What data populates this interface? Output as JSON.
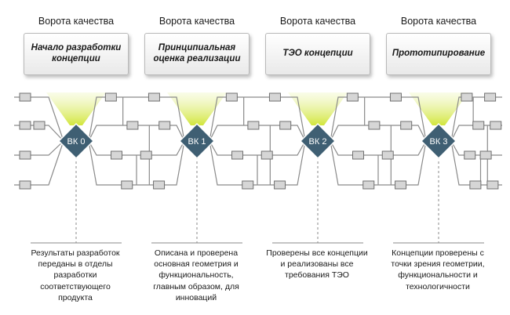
{
  "colors": {
    "line": "#8a8a8a",
    "node_fill": "#d6d6d6",
    "diamond_fill": "#3f5f73",
    "funnel": "#d7ea4a",
    "text": "#1a1a1a"
  },
  "gates": [
    {
      "title": "Ворота качества",
      "stage": "Начало разработки концепции",
      "milestone": "ВК 0",
      "result": "Результаты разработок переданы в отделы разработки соответствующего продукта"
    },
    {
      "title": "Ворота качества",
      "stage": "Принципиальная оценка реализации",
      "milestone": "ВК 1",
      "result": "Описана и проверена основная геометрия и функциональность, главным образом, для инноваций"
    },
    {
      "title": "Ворота качества",
      "stage": "ТЭО концепции",
      "milestone": "ВК 2",
      "result": "Проверены все концепции и реализованы все требования ТЭО"
    },
    {
      "title": "Ворота качества",
      "stage": "Прототипирование",
      "milestone": "ВК 3",
      "result": "Концепции проверены с точки зрения геометрии, функциональности и технологичности"
    }
  ]
}
